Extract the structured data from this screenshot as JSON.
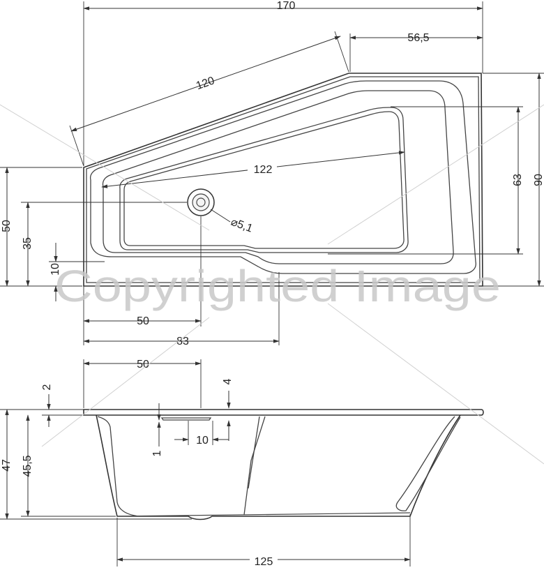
{
  "top_view": {
    "dims": {
      "overall_width": "170",
      "slope_length": "120",
      "right_section": "56,5",
      "inner_length": "122",
      "inner_depth": "63",
      "overall_depth": "90",
      "left_depth": "50",
      "drain_offset_y": "35",
      "step_height": "10",
      "drain_offset_x": "50",
      "apron_start": "83",
      "drain_diameter": "⌀5,1"
    }
  },
  "side_view": {
    "dims": {
      "drain_x": "50",
      "rim_thickness": "2",
      "overflow_height": "4",
      "overflow_width": "10",
      "overflow_gap": "1",
      "total_height": "47",
      "inner_height": "45,5",
      "bottom_length": "125"
    }
  },
  "watermark": {
    "text": "Copyrighted Image"
  }
}
